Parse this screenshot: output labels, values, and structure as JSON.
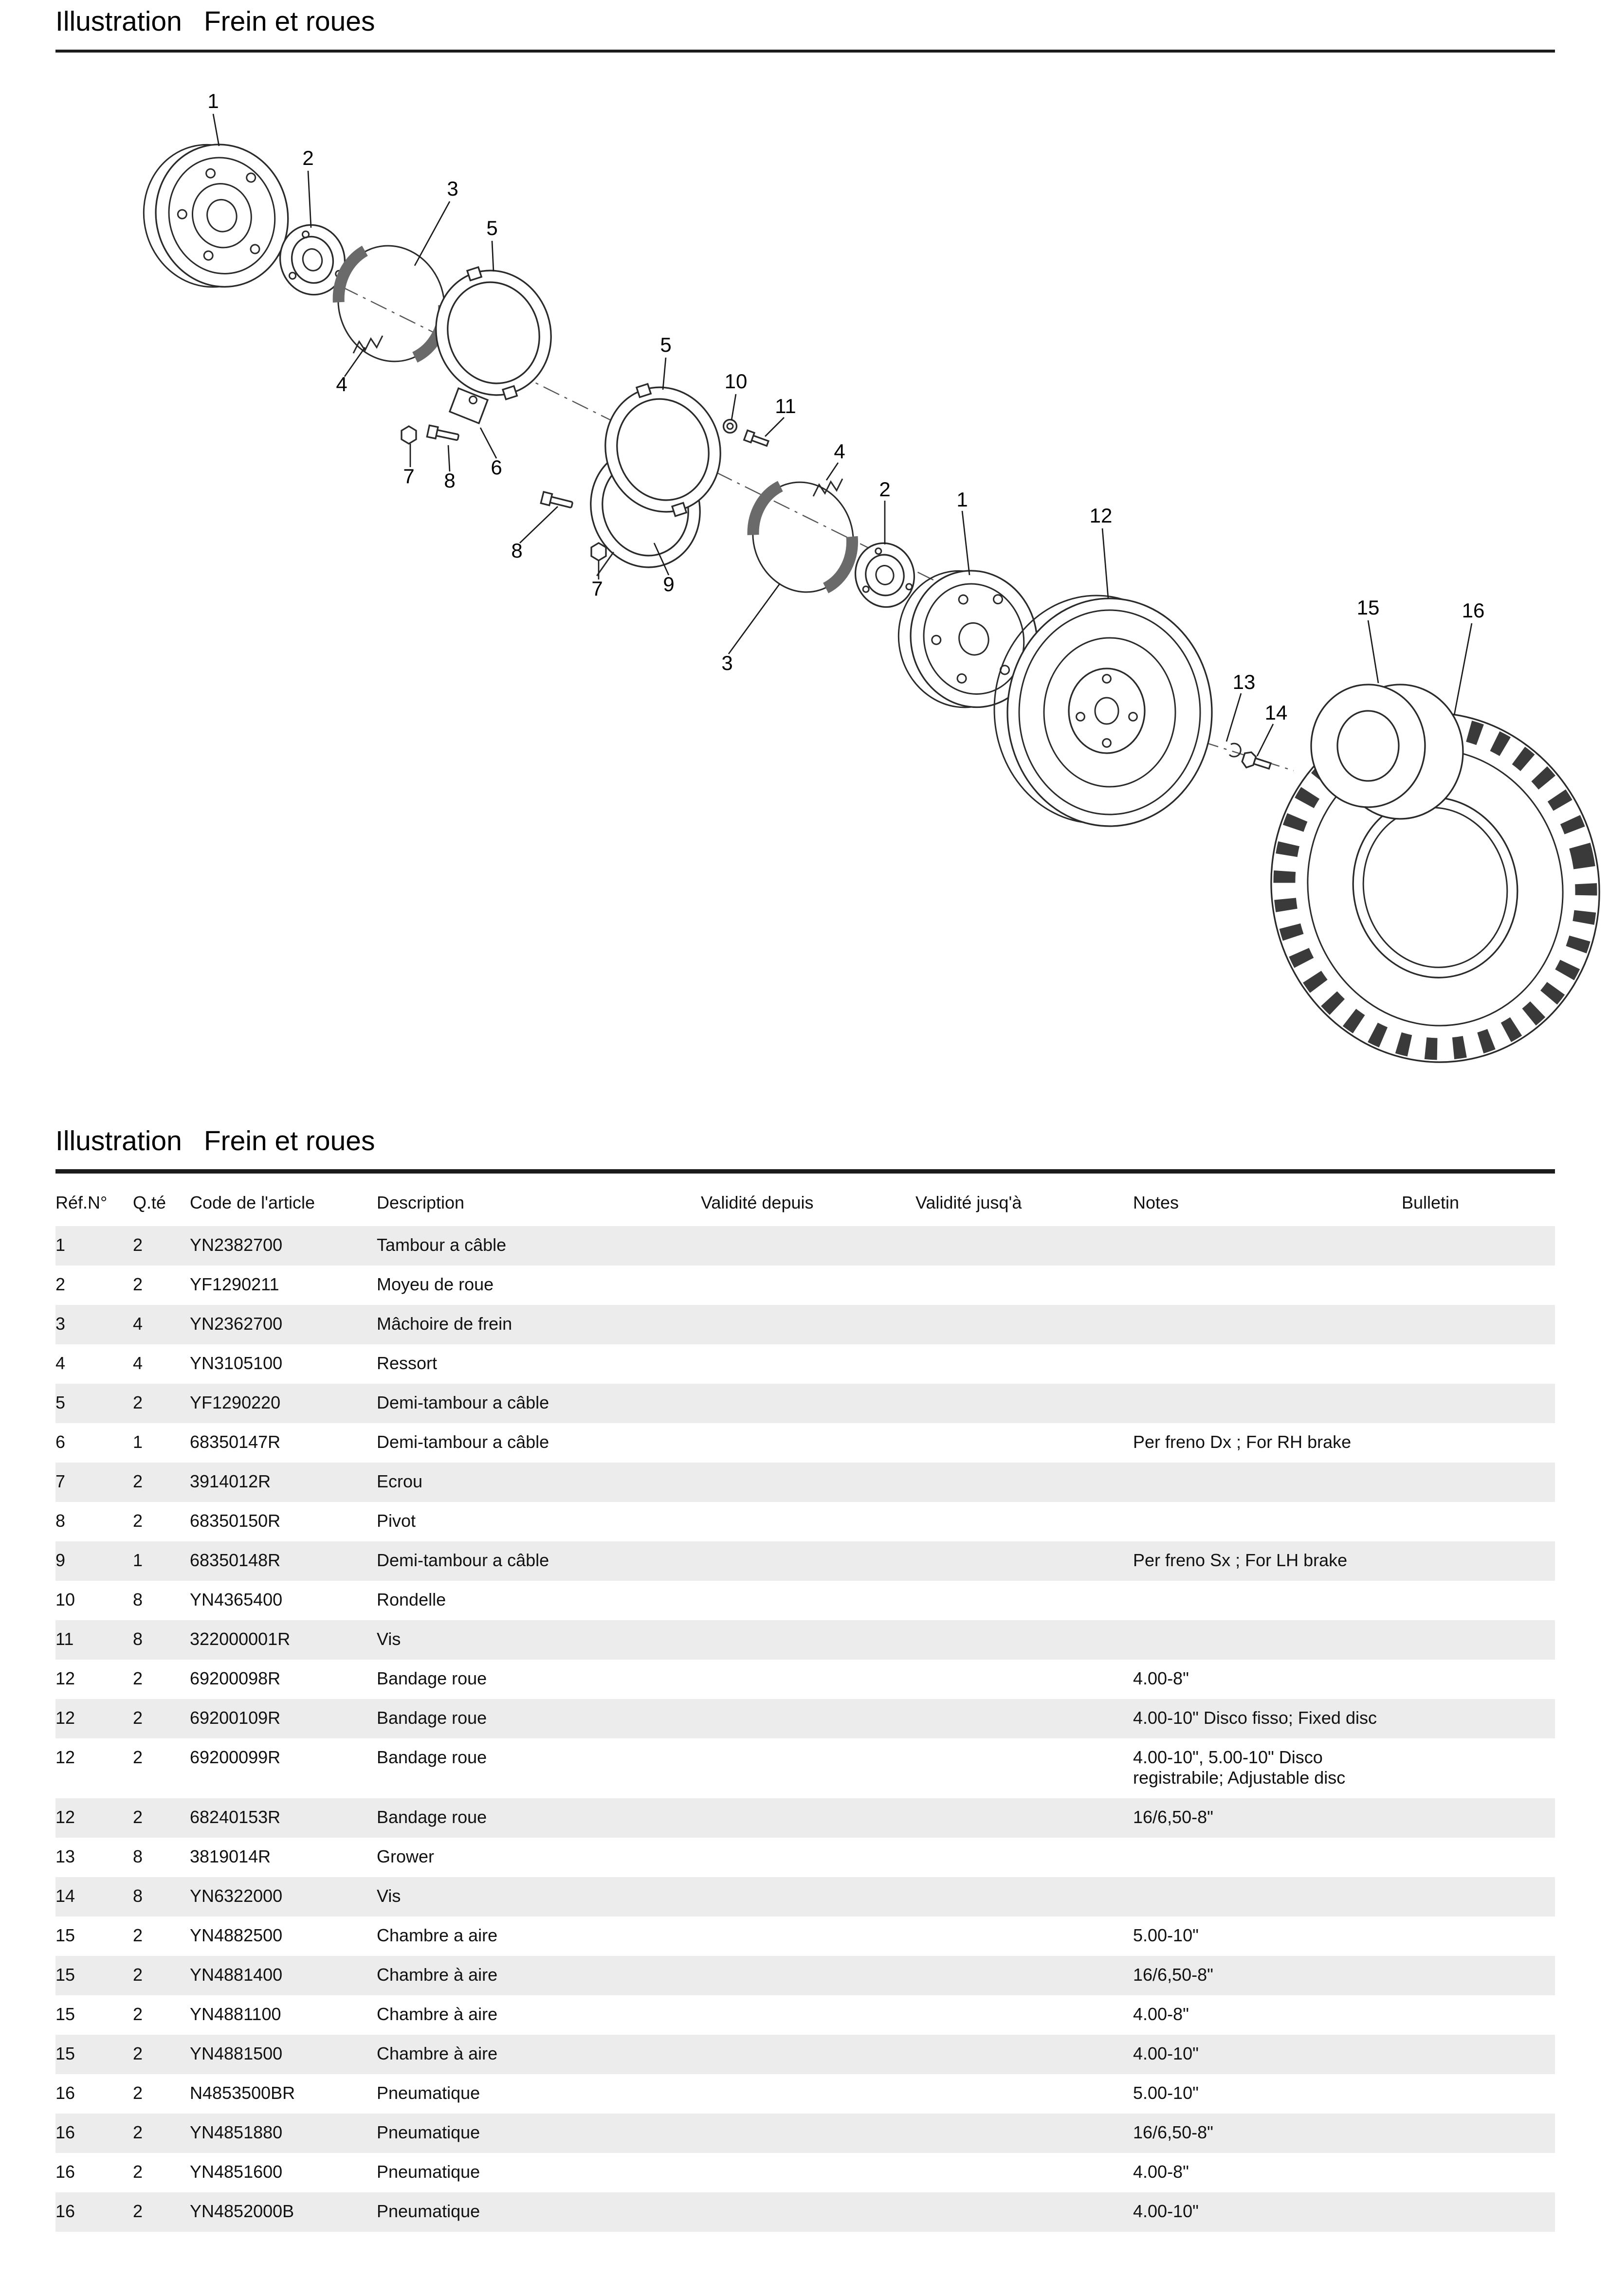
{
  "heading": {
    "part1": "Illustration",
    "part2": "Frein et roues"
  },
  "diagram": {
    "callouts": [
      {
        "label": "1"
      },
      {
        "label": "2"
      },
      {
        "label": "3"
      },
      {
        "label": "5"
      },
      {
        "label": "4"
      },
      {
        "label": "7"
      },
      {
        "label": "8"
      },
      {
        "label": "6"
      },
      {
        "label": "5"
      },
      {
        "label": "8"
      },
      {
        "label": "7"
      },
      {
        "label": "9"
      },
      {
        "label": "10"
      },
      {
        "label": "11"
      },
      {
        "label": "4"
      },
      {
        "label": "3"
      },
      {
        "label": "2"
      },
      {
        "label": "1"
      },
      {
        "label": "12"
      },
      {
        "label": "13"
      },
      {
        "label": "14"
      },
      {
        "label": "15"
      },
      {
        "label": "16"
      }
    ]
  },
  "table": {
    "headers": [
      "Réf.N°",
      "Q.té",
      "Code de l'article",
      "Description",
      "Validité depuis",
      "Validité jusq'à",
      "Notes",
      "Bulletin"
    ],
    "rows": [
      {
        "ref": "1",
        "qty": "2",
        "code": "YN2382700",
        "description": "Tambour a câble",
        "validity_from": "",
        "validity_to": "",
        "notes": "",
        "bulletin": ""
      },
      {
        "ref": "2",
        "qty": "2",
        "code": "YF1290211",
        "description": "Moyeu de roue",
        "validity_from": "",
        "validity_to": "",
        "notes": "",
        "bulletin": ""
      },
      {
        "ref": "3",
        "qty": "4",
        "code": "YN2362700",
        "description": "Mâchoire de frein",
        "validity_from": "",
        "validity_to": "",
        "notes": "",
        "bulletin": ""
      },
      {
        "ref": "4",
        "qty": "4",
        "code": "YN3105100",
        "description": "Ressort",
        "validity_from": "",
        "validity_to": "",
        "notes": "",
        "bulletin": ""
      },
      {
        "ref": "5",
        "qty": "2",
        "code": "YF1290220",
        "description": "Demi-tambour a câble",
        "validity_from": "",
        "validity_to": "",
        "notes": "",
        "bulletin": ""
      },
      {
        "ref": "6",
        "qty": "1",
        "code": "68350147R",
        "description": "Demi-tambour a câble",
        "validity_from": "",
        "validity_to": "",
        "notes": "Per freno Dx ; For RH brake",
        "bulletin": ""
      },
      {
        "ref": "7",
        "qty": "2",
        "code": "3914012R",
        "description": "Ecrou",
        "validity_from": "",
        "validity_to": "",
        "notes": "",
        "bulletin": ""
      },
      {
        "ref": "8",
        "qty": "2",
        "code": "68350150R",
        "description": "Pivot",
        "validity_from": "",
        "validity_to": "",
        "notes": "",
        "bulletin": ""
      },
      {
        "ref": "9",
        "qty": "1",
        "code": "68350148R",
        "description": "Demi-tambour a câble",
        "validity_from": "",
        "validity_to": "",
        "notes": "Per freno Sx ; For LH brake",
        "bulletin": ""
      },
      {
        "ref": "10",
        "qty": "8",
        "code": "YN4365400",
        "description": "Rondelle",
        "validity_from": "",
        "validity_to": "",
        "notes": "",
        "bulletin": ""
      },
      {
        "ref": "11",
        "qty": "8",
        "code": "322000001R",
        "description": "Vis",
        "validity_from": "",
        "validity_to": "",
        "notes": "",
        "bulletin": ""
      },
      {
        "ref": "12",
        "qty": "2",
        "code": "69200098R",
        "description": "Bandage roue",
        "validity_from": "",
        "validity_to": "",
        "notes": "4.00-8\"",
        "bulletin": ""
      },
      {
        "ref": "12",
        "qty": "2",
        "code": "69200109R",
        "description": "Bandage roue",
        "validity_from": "",
        "validity_to": "",
        "notes": "4.00-10\" Disco fisso; Fixed disc",
        "bulletin": ""
      },
      {
        "ref": "12",
        "qty": "2",
        "code": "69200099R",
        "description": "Bandage roue",
        "validity_from": "",
        "validity_to": "",
        "notes": "4.00-10\", 5.00-10\" Disco registrabile; Adjustable disc",
        "bulletin": ""
      },
      {
        "ref": "12",
        "qty": "2",
        "code": "68240153R",
        "description": "Bandage roue",
        "validity_from": "",
        "validity_to": "",
        "notes": "16/6,50-8\"",
        "bulletin": ""
      },
      {
        "ref": "13",
        "qty": "8",
        "code": "3819014R",
        "description": "Grower",
        "validity_from": "",
        "validity_to": "",
        "notes": "",
        "bulletin": ""
      },
      {
        "ref": "14",
        "qty": "8",
        "code": "YN6322000",
        "description": "Vis",
        "validity_from": "",
        "validity_to": "",
        "notes": "",
        "bulletin": ""
      },
      {
        "ref": "15",
        "qty": "2",
        "code": "YN4882500",
        "description": "Chambre a aire",
        "validity_from": "",
        "validity_to": "",
        "notes": "5.00-10\"",
        "bulletin": ""
      },
      {
        "ref": "15",
        "qty": "2",
        "code": "YN4881400",
        "description": "Chambre à aire",
        "validity_from": "",
        "validity_to": "",
        "notes": "16/6,50-8\"",
        "bulletin": ""
      },
      {
        "ref": "15",
        "qty": "2",
        "code": "YN4881100",
        "description": "Chambre à aire",
        "validity_from": "",
        "validity_to": "",
        "notes": "4.00-8\"",
        "bulletin": ""
      },
      {
        "ref": "15",
        "qty": "2",
        "code": "YN4881500",
        "description": "Chambre à aire",
        "validity_from": "",
        "validity_to": "",
        "notes": "4.00-10\"",
        "bulletin": ""
      },
      {
        "ref": "16",
        "qty": "2",
        "code": "N4853500BR",
        "description": "Pneumatique",
        "validity_from": "",
        "validity_to": "",
        "notes": "5.00-10\"",
        "bulletin": ""
      },
      {
        "ref": "16",
        "qty": "2",
        "code": "YN4851880",
        "description": "Pneumatique",
        "validity_from": "",
        "validity_to": "",
        "notes": "16/6,50-8\"",
        "bulletin": ""
      },
      {
        "ref": "16",
        "qty": "2",
        "code": "YN4851600",
        "description": "Pneumatique",
        "validity_from": "",
        "validity_to": "",
        "notes": "4.00-8\"",
        "bulletin": ""
      },
      {
        "ref": "16",
        "qty": "2",
        "code": "YN4852000B",
        "description": "Pneumatique",
        "validity_from": "",
        "validity_to": "",
        "notes": "4.00-10\"",
        "bulletin": ""
      }
    ]
  }
}
